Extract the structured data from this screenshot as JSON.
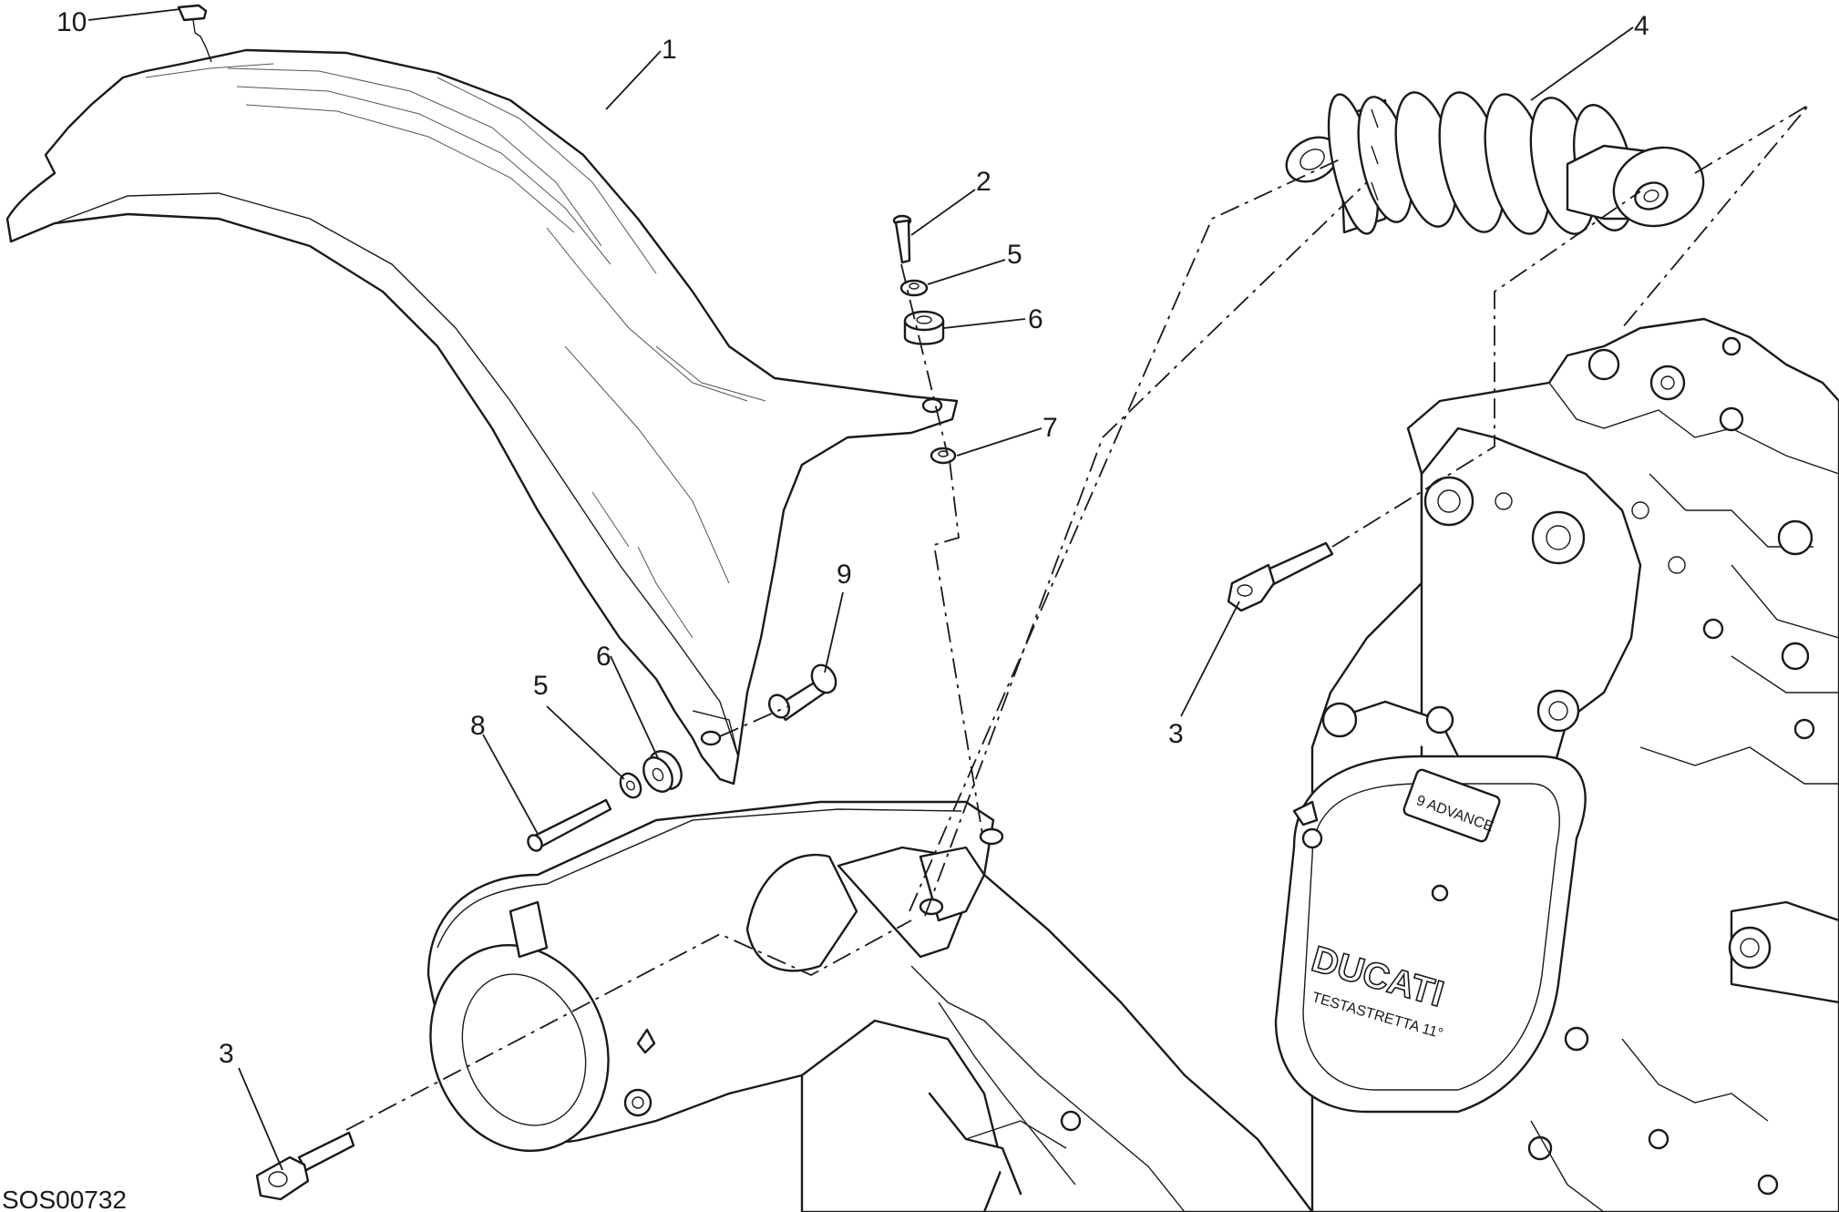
{
  "drawing_code": "SOS00732",
  "engine_branding": {
    "brand": "DUCATI",
    "engine_model": "TESTASTRETTA 11°",
    "plate_text": "9 ADVANCE"
  },
  "callouts": [
    {
      "id": "c1",
      "label": "1",
      "part": "rear-mudguard"
    },
    {
      "id": "c2",
      "label": "2",
      "part": "screw"
    },
    {
      "id": "c3a",
      "label": "3",
      "part": "shock-bolt-upper"
    },
    {
      "id": "c3b",
      "label": "3",
      "part": "shock-bolt-lower"
    },
    {
      "id": "c4",
      "label": "4",
      "part": "rear-shock-absorber"
    },
    {
      "id": "c5a",
      "label": "5",
      "part": "washer-upper"
    },
    {
      "id": "c5b",
      "label": "5",
      "part": "washer-lower"
    },
    {
      "id": "c6a",
      "label": "6",
      "part": "rubber-grommet-upper"
    },
    {
      "id": "c6b",
      "label": "6",
      "part": "rubber-grommet-lower"
    },
    {
      "id": "c7",
      "label": "7",
      "part": "washer-under"
    },
    {
      "id": "c8",
      "label": "8",
      "part": "long-screw"
    },
    {
      "id": "c9",
      "label": "9",
      "part": "spacer-bushing"
    },
    {
      "id": "c10",
      "label": "10",
      "part": "clip"
    }
  ]
}
